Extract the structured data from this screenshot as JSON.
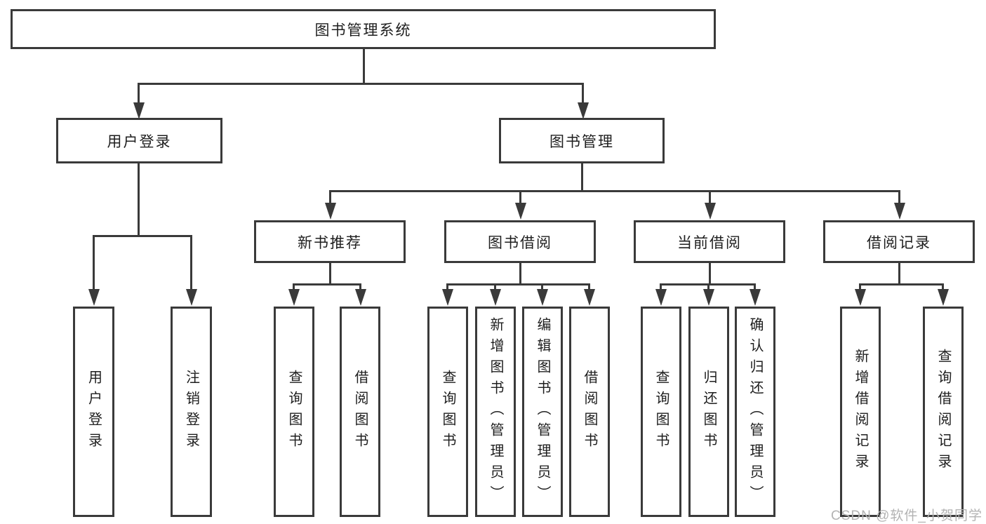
{
  "colors": {
    "line": "#3a3a3a",
    "text": "#1e1e1e",
    "background": "#ffffff",
    "watermark": "#b3b3b3"
  },
  "root": {
    "label": "图书管理系统"
  },
  "user_login": {
    "label": "用户登录",
    "children": [
      {
        "label": "用户登录"
      },
      {
        "label": "注销登录"
      }
    ]
  },
  "book_mgmt": {
    "label": "图书管理",
    "groups": [
      {
        "label": "新书推荐",
        "children": [
          {
            "label": "查询图书"
          },
          {
            "label": "借阅图书"
          }
        ]
      },
      {
        "label": "图书借阅",
        "children": [
          {
            "label": "查询图书"
          },
          {
            "label": "新增图书（管理员）"
          },
          {
            "label": "编辑图书（管理员）"
          },
          {
            "label": "借阅图书"
          }
        ]
      },
      {
        "label": "当前借阅",
        "children": [
          {
            "label": "查询图书"
          },
          {
            "label": "归还图书"
          },
          {
            "label": "确认归还（管理员）"
          }
        ]
      },
      {
        "label": "借阅记录",
        "children": [
          {
            "label": "新增借阅记录"
          },
          {
            "label": "查询借阅记录"
          }
        ]
      }
    ]
  },
  "watermark": {
    "text": "CSDN @软件_小贺同学"
  }
}
